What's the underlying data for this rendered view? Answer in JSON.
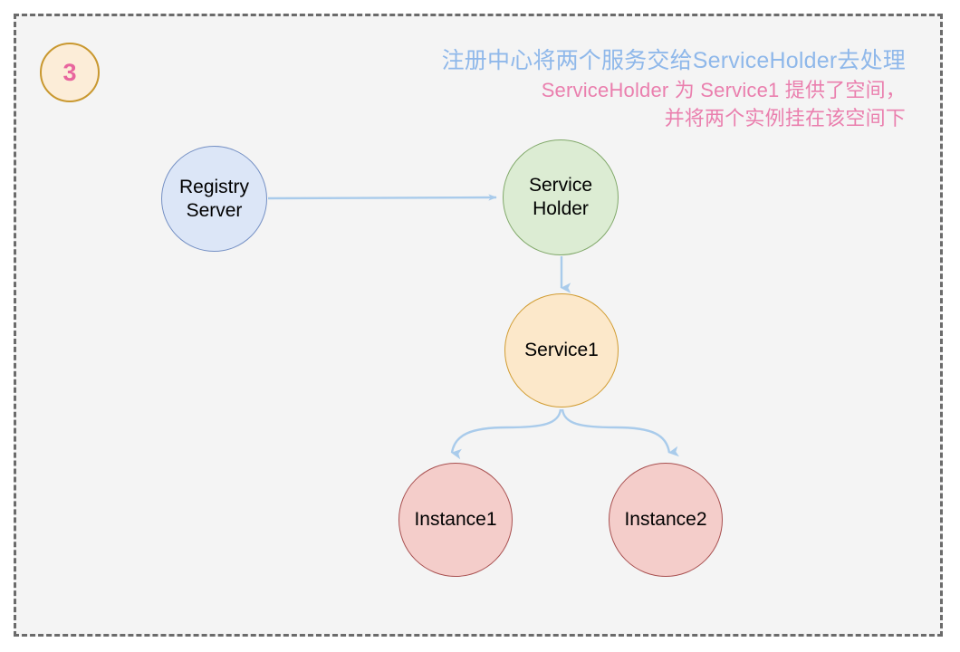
{
  "slide": {
    "step_number": "3",
    "background_color": "#f4f4f4",
    "frame_border_color": "#6b6b6b",
    "badge_fill": "#fcedd8",
    "badge_border": "#c9982f",
    "badge_text_color": "#e8659e"
  },
  "annotations": {
    "blue_color": "#8fb8ea",
    "pink_color": "#ea7fae",
    "lines": [
      {
        "text": "注册中心将两个服务交给ServiceHolder去处理",
        "style": "blue"
      },
      {
        "text": "ServiceHolder 为 Service1 提供了空间，",
        "style": "pink"
      },
      {
        "text": "并将两个实例挂在该空间下",
        "style": "pink"
      }
    ]
  },
  "diagram": {
    "edge_color": "#a9cbeb",
    "nodes": [
      {
        "id": "registry",
        "label_line1": "Registry",
        "label_line2": "Server",
        "fill": "#dce6f7",
        "stroke": "#7590c4"
      },
      {
        "id": "holder",
        "label_line1": "Service",
        "label_line2": "Holder",
        "fill": "#dcecd3",
        "stroke": "#80a869"
      },
      {
        "id": "service1",
        "label_line1": "Service1",
        "label_line2": "",
        "fill": "#fce8ca",
        "stroke": "#d19c31"
      },
      {
        "id": "instance1",
        "label_line1": "Instance1",
        "label_line2": "",
        "fill": "#f4cdca",
        "stroke": "#a85050"
      },
      {
        "id": "instance2",
        "label_line1": "Instance2",
        "label_line2": "",
        "fill": "#f4cdca",
        "stroke": "#a85050"
      }
    ],
    "edges": [
      {
        "from": "registry",
        "to": "holder"
      },
      {
        "from": "holder",
        "to": "service1"
      },
      {
        "from": "service1",
        "to": "instance1"
      },
      {
        "from": "service1",
        "to": "instance2"
      }
    ]
  }
}
